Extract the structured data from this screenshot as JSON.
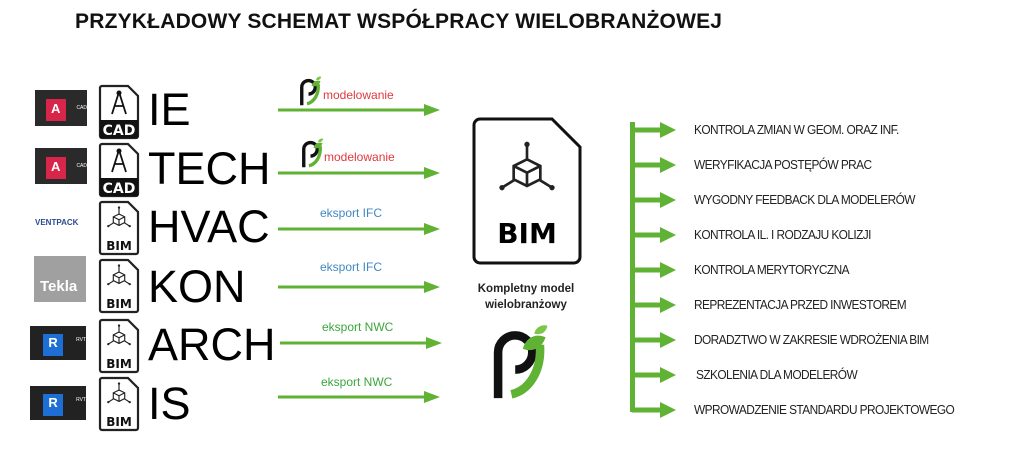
{
  "title": "PRZYKŁADOWY SCHEMAT WSPÓŁPRACY WIELOBRANŻOWEJ",
  "colors": {
    "green": "#5fb233",
    "red_label": "#e0393e",
    "blue_label": "#3f88c5",
    "green_label": "#3aa63a"
  },
  "rows": [
    {
      "app": "autocad",
      "app_text": "A",
      "app_sub": "CAD",
      "doc_type": "CAD",
      "discipline": "IE",
      "flow_label": "modelowanie"
    },
    {
      "app": "autocad",
      "app_text": "A",
      "app_sub": "CAD",
      "doc_type": "CAD",
      "discipline": "TECH",
      "flow_label": "modelowanie"
    },
    {
      "app": "ventpack",
      "app_text": "VENTPACK",
      "doc_type": "BIM",
      "discipline": "HVAC",
      "flow_label": "eksport IFC"
    },
    {
      "app": "tekla",
      "app_text": "Tekla",
      "doc_type": "BIM",
      "discipline": "KON",
      "flow_label": "eksport IFC"
    },
    {
      "app": "revit",
      "app_text": "R",
      "app_sub": "RVT",
      "doc_type": "BIM",
      "discipline": "ARCH",
      "flow_label": "eksport NWC"
    },
    {
      "app": "revit",
      "app_text": "R",
      "app_sub": "RVT",
      "doc_type": "BIM",
      "discipline": "IS",
      "flow_label": "eksport NWC"
    }
  ],
  "center": {
    "doc_label": "BIM",
    "caption_line1": "Kompletny model",
    "caption_line2": "wielobranżowy"
  },
  "benefits": [
    "KONTROLA ZMIAN W GEOM. ORAZ INF.",
    "WERYFIKACJA POSTĘPÓW PRAC",
    "WYGODNY FEEDBACK DLA MODELERÓW",
    "KONTROLA IL. I RODZAJU KOLIZJI",
    "KONTROLA MERYTORYCZNA",
    "REPREZENTACJA PRZED INWESTOREM",
    "DORADZTWO W ZAKRESIE WDROŻENIA BIM",
    "SZKOLENIA DLA MODELERÓW",
    "WPROWADZENIE STANDARDU PROJEKTOWEGO"
  ]
}
